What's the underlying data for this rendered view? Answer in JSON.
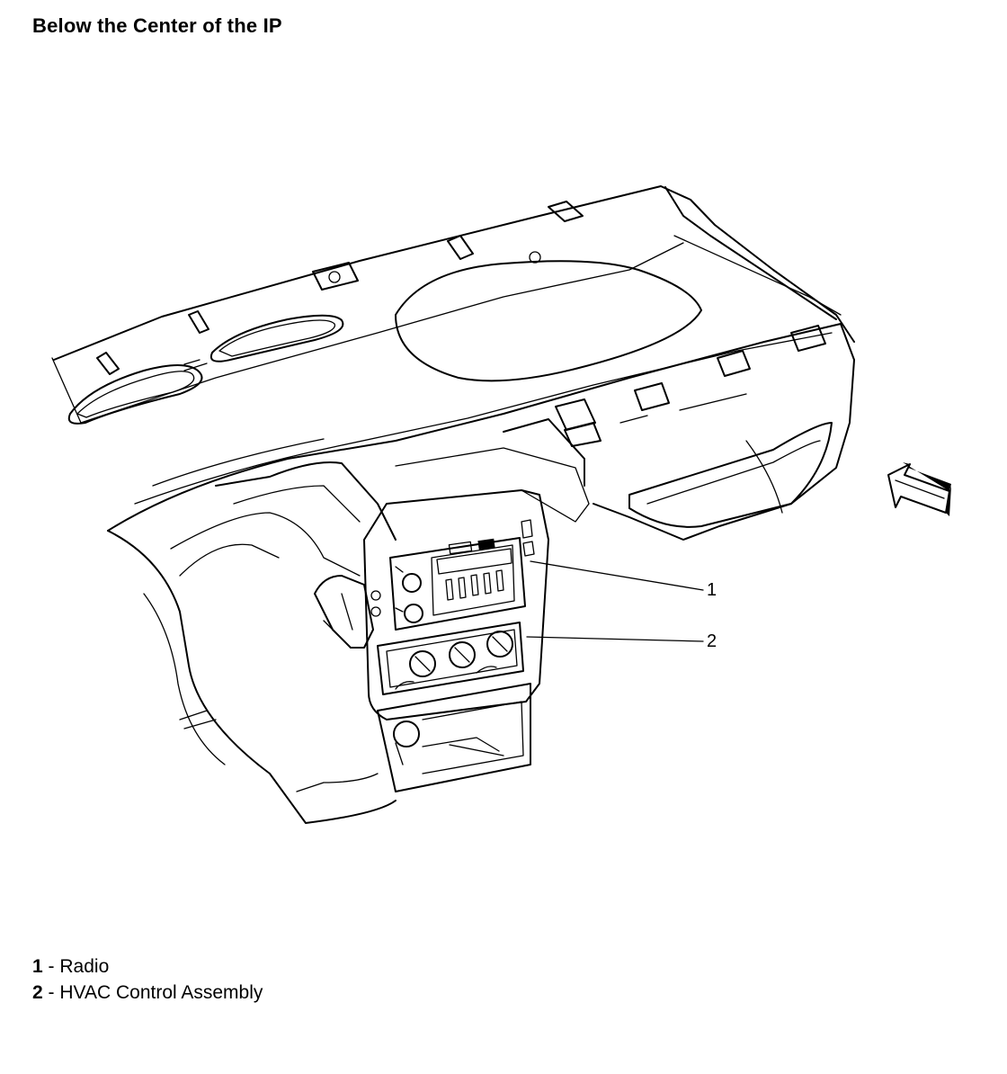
{
  "title": "Below the Center of the IP",
  "callouts": [
    {
      "number": "1",
      "label": "Radio"
    },
    {
      "number": "2",
      "label": "HVAC Control Assembly"
    }
  ],
  "legend_separator": "-",
  "icons": {
    "view_arrow": "arrow-view-direction-icon"
  }
}
